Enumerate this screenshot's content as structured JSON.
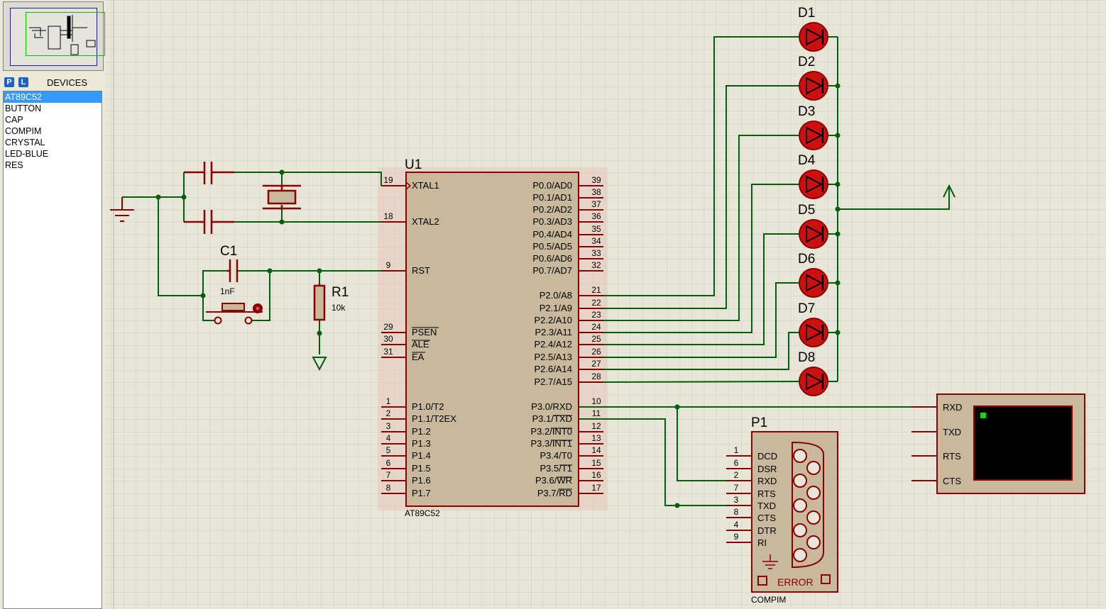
{
  "sidebar": {
    "p_button": "P",
    "l_button": "L",
    "title": "DEVICES",
    "devices": [
      "AT89C52",
      "BUTTON",
      "CAP",
      "COMPIM",
      "CRYSTAL",
      "LED-BLUE",
      "RES"
    ],
    "selected_index": 0
  },
  "schematic": {
    "mcu": {
      "ref": "U1",
      "part": "AT89C52",
      "left_pins": [
        {
          "num": "19",
          "name": "XTAL1"
        },
        {
          "num": "18",
          "name": "XTAL2"
        },
        {
          "num": "9",
          "name": "RST"
        },
        {
          "num": "29",
          "name": "PSEN"
        },
        {
          "num": "30",
          "name": "ALE"
        },
        {
          "num": "31",
          "name": "EA"
        },
        {
          "num": "1",
          "name": "P1.0/T2"
        },
        {
          "num": "2",
          "name": "P1.1/T2EX"
        },
        {
          "num": "3",
          "name": "P1.2"
        },
        {
          "num": "4",
          "name": "P1.3"
        },
        {
          "num": "5",
          "name": "P1.4"
        },
        {
          "num": "6",
          "name": "P1.5"
        },
        {
          "num": "7",
          "name": "P1.6"
        },
        {
          "num": "8",
          "name": "P1.7"
        }
      ],
      "right_pins": [
        {
          "num": "39",
          "name": "P0.0/AD0"
        },
        {
          "num": "38",
          "name": "P0.1/AD1"
        },
        {
          "num": "37",
          "name": "P0.2/AD2"
        },
        {
          "num": "36",
          "name": "P0.3/AD3"
        },
        {
          "num": "35",
          "name": "P0.4/AD4"
        },
        {
          "num": "34",
          "name": "P0.5/AD5"
        },
        {
          "num": "33",
          "name": "P0.6/AD6"
        },
        {
          "num": "32",
          "name": "P0.7/AD7"
        },
        {
          "num": "21",
          "name": "P2.0/A8"
        },
        {
          "num": "22",
          "name": "P2.1/A9"
        },
        {
          "num": "23",
          "name": "P2.2/A10"
        },
        {
          "num": "24",
          "name": "P2.3/A11"
        },
        {
          "num": "25",
          "name": "P2.4/A12"
        },
        {
          "num": "26",
          "name": "P2.5/A13"
        },
        {
          "num": "27",
          "name": "P2.6/A14"
        },
        {
          "num": "28",
          "name": "P2.7/A15"
        },
        {
          "num": "10",
          "name": "P3.0/RXD"
        },
        {
          "num": "11",
          "name": "P3.1/TXD"
        },
        {
          "num": "12",
          "name": "P3.2/INT0"
        },
        {
          "num": "13",
          "name": "P3.3/INT1"
        },
        {
          "num": "14",
          "name": "P3.4/T0"
        },
        {
          "num": "15",
          "name": "P3.5/T1"
        },
        {
          "num": "16",
          "name": "P3.6/WR"
        },
        {
          "num": "17",
          "name": "P3.7/RD"
        }
      ]
    },
    "leds": [
      "D1",
      "D2",
      "D3",
      "D4",
      "D5",
      "D6",
      "D7",
      "D8"
    ],
    "capacitor": {
      "ref": "C1",
      "value": "1nF"
    },
    "resistor": {
      "ref": "R1",
      "value": "10k"
    },
    "compim": {
      "ref": "P1",
      "part": "COMPIM",
      "pins": [
        {
          "num": "1",
          "name": "DCD"
        },
        {
          "num": "6",
          "name": "DSR"
        },
        {
          "num": "2",
          "name": "RXD"
        },
        {
          "num": "7",
          "name": "RTS"
        },
        {
          "num": "3",
          "name": "TXD"
        },
        {
          "num": "8",
          "name": "CTS"
        },
        {
          "num": "4",
          "name": "DTR"
        },
        {
          "num": "9",
          "name": "RI"
        }
      ],
      "status": "ERROR"
    },
    "terminal": {
      "pins": [
        "RXD",
        "TXD",
        "RTS",
        "CTS"
      ]
    }
  },
  "colors": {
    "canvas_bg": "#e8e6d8",
    "grid": "#cfcdc0",
    "component": "#8b0000",
    "component_fill": "#c9b9a0",
    "wire": "#00600a",
    "led_fill": "#cc1010",
    "terminal_screen": "#000000",
    "terminal_cursor": "#00e000",
    "selection": "#3399ff"
  }
}
